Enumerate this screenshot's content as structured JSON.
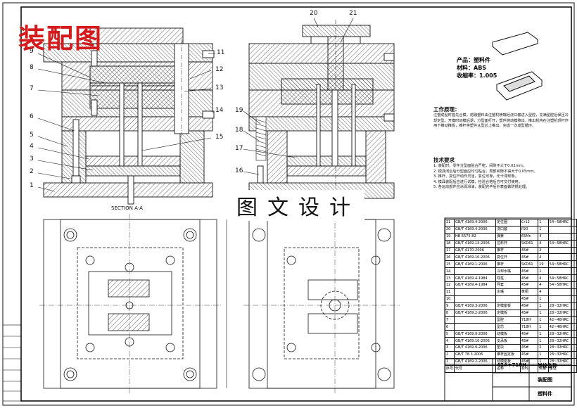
{
  "stamp_title": "装配图",
  "watermark": "图文设计",
  "section_label": "SECTION A-A",
  "part_numbers_left": [
    "9",
    "8",
    "7",
    "6",
    "5",
    "4",
    "3",
    "2",
    "1"
  ],
  "part_numbers_right_a": [
    "11",
    "12",
    "13",
    "14",
    "15"
  ],
  "part_numbers_mid": [
    "19",
    "18",
    "17",
    "16"
  ],
  "part_numbers_top": [
    "20",
    "21"
  ],
  "product": {
    "name": "产品：塑料件",
    "material": "材料：ABS",
    "shrink": "收缩率：1.005"
  },
  "work_process": {
    "title": "工作原理：",
    "text": "注塑成型时首先合模，熔融塑料由注塑机喷嘴经浇口套进入型腔，充满型腔后保压冷却定型。开模时动模后退，分型面打开，塑件随动模移出，推出机构在注塑机顶杆作用下推动推板，推杆将塑件从型芯上推出，完成一次成型循环。"
  },
  "tech_req": {
    "title": "技术要求",
    "items": [
      "1. 装配时，零件分型面贴合严密，间隙不大于0.02mm。",
      "2. 模具闭合后分型面应均匀贴合，局部间隙不得大于0.05mm。",
      "3. 推杆、复位杆动作灵活，复位可靠，无卡滞现象。",
      "4. 模具装配后应进行试模，检验合格后方可交付使用。",
      "5. 各运动部件应涂润滑油，装配完毕后外表面做防锈处理。"
    ]
  },
  "bom_rows": [
    [
      "21",
      "GB/T 4169.4-2006",
      "定位圈",
      "Cr12",
      "1",
      "54~58HRC"
    ],
    [
      "20",
      "GB/T 4169.4-2006",
      "浇口套",
      "P20",
      "1",
      ""
    ],
    [
      "19",
      "HB 6575-82",
      "弹簧",
      "65Mn",
      "4",
      ""
    ],
    [
      "18",
      "GB/T 4169.13-2006",
      "拉料杆",
      "SKD61",
      "4",
      "54~58HRC"
    ],
    [
      "17",
      "GB/T 4170-2006",
      "推杆",
      "45#",
      "2",
      ""
    ],
    [
      "16",
      "GB/T 4169.10-2006",
      "复位杆",
      "45#",
      "4",
      ""
    ],
    [
      "15",
      "GB/T 4169.1-2006",
      "推杆",
      "SKD61",
      "19",
      "54~58HRC"
    ],
    [
      "14",
      "",
      "冷却水嘴",
      "45#",
      "1",
      ""
    ],
    [
      "13",
      "GB/T 4169.4-1984",
      "导柱",
      "45#",
      "4",
      "54~58HRC"
    ],
    [
      "12",
      "GB/T 4169.4-1984",
      "导套",
      "45#",
      "4",
      "54~58HRC"
    ],
    [
      "11",
      "",
      "水嘴",
      "黄铜",
      "4",
      ""
    ],
    [
      "10",
      "",
      "",
      "45#",
      "1",
      ""
    ],
    [
      "9",
      "GB/T 4169.3-2006",
      "定模座板",
      "45#",
      "1",
      "28~32HRC"
    ],
    [
      "8",
      "GB/T 4169.2-2006",
      "定模板",
      "45#",
      "1",
      "28~32HRC"
    ],
    [
      "7",
      "",
      "型腔",
      "718H",
      "1",
      "42~46HRC"
    ],
    [
      "6",
      "",
      "型芯",
      "718H",
      "1",
      "42~46HRC"
    ],
    [
      "5",
      "GB/T 4169.9-2006",
      "动模板",
      "45#",
      "1",
      "28~32HRC"
    ],
    [
      "4",
      "GB/T 4169.10-2006",
      "支承板",
      "45#",
      "1",
      "28~32HRC"
    ],
    [
      "3",
      "GB/T 4169.9-2006",
      "垫块",
      "45#",
      "2",
      "28~32HRC"
    ],
    [
      "2",
      "GB/T 78.3-2006",
      "推杆固定板",
      "45#",
      "1",
      "28~32HRC"
    ],
    [
      "1",
      "GB/T 4169.2-2006",
      "动模座板",
      "45#",
      "1",
      "28~32HRC"
    ],
    [
      "序号",
      "代号",
      "名称",
      "材料",
      "数量",
      "备注"
    ]
  ],
  "title_block": {
    "material": "45#+718H",
    "school": "学校名称",
    "drawing": "装配图",
    "part": "塑料件"
  }
}
